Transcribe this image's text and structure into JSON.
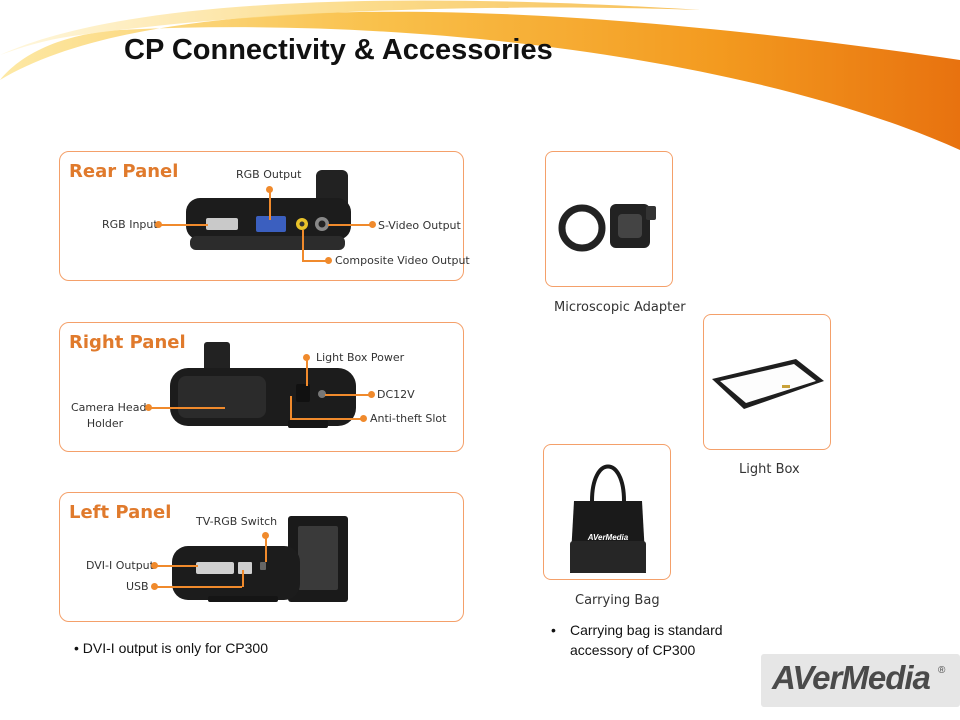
{
  "title": "CP Connectivity & Accessories",
  "colors": {
    "accent": "#f08a2c",
    "border": "#f4a06a",
    "panel_title": "#e07a2c"
  },
  "panels": {
    "rear": {
      "title": "Rear Panel",
      "callouts": {
        "rgb_output": "RGB Output",
        "rgb_input": "RGB Input",
        "s_video_output": "S-Video Output",
        "composite_video_output": "Composite Video Output"
      }
    },
    "right": {
      "title": "Right Panel",
      "callouts": {
        "light_box_power": "Light Box Power",
        "dc12v": "DC12V",
        "anti_theft_slot": "Anti-theft Slot",
        "camera_head_holder_1": "Camera Head",
        "camera_head_holder_2": "Holder"
      }
    },
    "left": {
      "title": "Left Panel",
      "callouts": {
        "tv_rgb_switch": "TV-RGB Switch",
        "dvi_i_output": "DVI-I Output",
        "usb": "USB"
      }
    }
  },
  "accessories": {
    "microscopic_adapter": "Microscopic Adapter",
    "light_box": "Light Box",
    "carrying_bag": "Carrying Bag",
    "bag_brand": "AVerMedia"
  },
  "notes": {
    "dvi": "DVI-I output is only for CP300",
    "bag_line1": "Carrying bag is standard",
    "bag_line2": "accessory of CP300"
  },
  "logo": {
    "text": "AVerMedia",
    "reg": "®"
  }
}
